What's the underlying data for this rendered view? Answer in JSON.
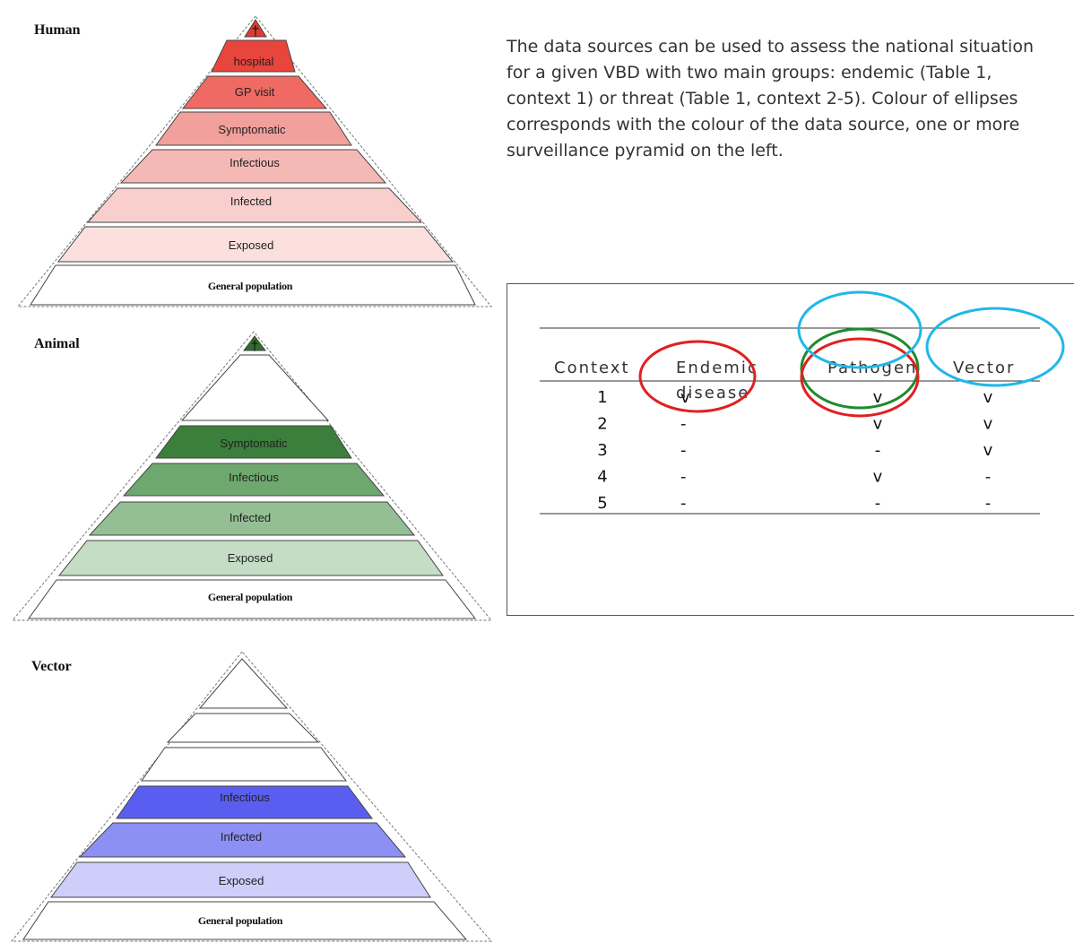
{
  "pyramids": [
    {
      "id": "human",
      "title": "Human",
      "apex_symbol": "†",
      "bands": [
        {
          "label": "hospital",
          "color": "#e8453c"
        },
        {
          "label": "GP visit",
          "color": "#ee6a62"
        },
        {
          "label": "Symptomatic",
          "color": "#f2a09b"
        },
        {
          "label": "Infectious",
          "color": "#f5b9b5"
        },
        {
          "label": "Infected",
          "color": "#f8cfcd"
        },
        {
          "label": "Exposed",
          "color": "#fbe0de"
        },
        {
          "label": "General population",
          "color": "#ffffff"
        }
      ],
      "apex_color": "#e23a30"
    },
    {
      "id": "animal",
      "title": "Animal",
      "apex_symbol": "†",
      "bands": [
        {
          "label": "",
          "color": "#ffffff"
        },
        {
          "label": "Symptomatic",
          "color": "#3c7e3c"
        },
        {
          "label": "Infectious",
          "color": "#6ea86e"
        },
        {
          "label": "Infected",
          "color": "#94bf94"
        },
        {
          "label": "Exposed",
          "color": "#c5dcc5"
        },
        {
          "label": "General population",
          "color": "#ffffff"
        }
      ],
      "apex_color": "#2f6e2f"
    },
    {
      "id": "vector",
      "title": "Vector",
      "apex_symbol": "",
      "bands": [
        {
          "label": "",
          "color": "#ffffff"
        },
        {
          "label": "",
          "color": "#ffffff"
        },
        {
          "label": "Infectious",
          "color": "#5a5ef0"
        },
        {
          "label": "Infected",
          "color": "#8c8ff3"
        },
        {
          "label": "Exposed",
          "color": "#cdcefa"
        },
        {
          "label": "General population",
          "color": "#ffffff"
        }
      ],
      "apex_color": "#ffffff"
    }
  ],
  "description": "The data sources can be used to assess the national situation for a given VBD with two main groups: endemic (Table 1, context 1) or threat (Table 1, context 2-5). Colour of ellipses corresponds with the colour of the data source, one or more surveillance pyramid on the left.",
  "table": {
    "headers": [
      "Context",
      "Endemic disease",
      "Pathogen",
      "Vector"
    ],
    "rows": [
      [
        "1",
        "v",
        "v",
        "v"
      ],
      [
        "2",
        "-",
        "v",
        "v"
      ],
      [
        "3",
        "-",
        "-",
        "v"
      ],
      [
        "4",
        "-",
        "v",
        "-"
      ],
      [
        "5",
        "-",
        "-",
        "-"
      ]
    ],
    "ellipse_colors": {
      "red": "#e02020",
      "green": "#1e8a2e",
      "cyan": "#20b8e8"
    }
  }
}
